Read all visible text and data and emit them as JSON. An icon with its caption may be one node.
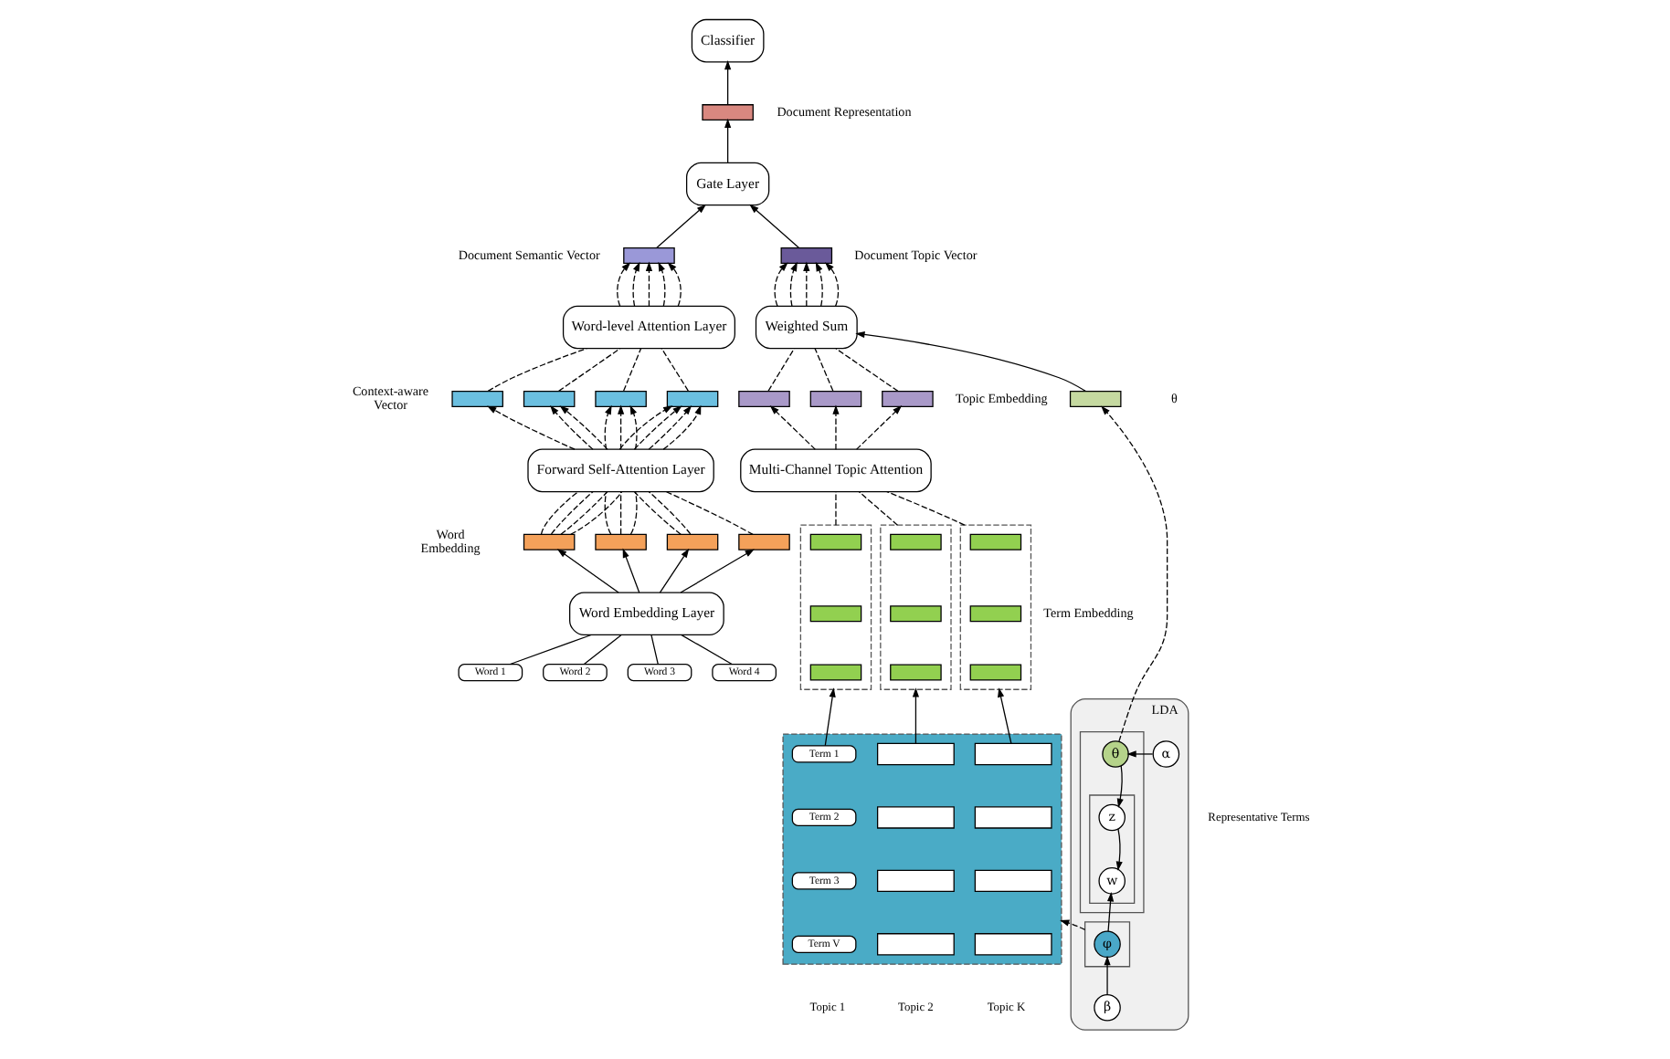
{
  "diagram": {
    "nodes": [
      {
        "text": [
          "Classifier"
        ]
      },
      {
        "text": [],
        "shape": "bar",
        "beside": [
          "Document Representation"
        ]
      },
      {
        "text": [],
        "shape": "bar",
        "beside": [
          "Document Semantic Vector"
        ]
      },
      {
        "text": [
          "Gate Layer"
        ]
      },
      {
        "text": [],
        "shape": "bar",
        "beside": [
          "Document Topic Vector"
        ]
      },
      {
        "text": [
          "Word-level Attention Layer"
        ]
      },
      {
        "text": [
          "Weighted Sum"
        ]
      },
      {
        "text": [],
        "shape": "bar",
        "beside": [
          "Context-aware Vector"
        ]
      },
      {
        "text": [],
        "shape": "bar"
      },
      {
        "text": [],
        "shape": "bar"
      },
      {
        "text": [],
        "shape": "bar"
      },
      {
        "text": [],
        "shape": "bar"
      },
      {
        "text": [],
        "shape": "bar"
      },
      {
        "text": [],
        "shape": "bar",
        "beside": [
          "Topic Embedding"
        ]
      },
      {
        "text": [],
        "shape": "bar",
        "beside": [
          "θ"
        ]
      },
      {
        "text": [
          "Forward Self-Attention Layer"
        ]
      },
      {
        "text": [
          "Multi-Channel Topic Attention"
        ]
      },
      {
        "text": [],
        "shape": "bar",
        "beside": [
          "Word Embedding"
        ]
      },
      {
        "text": [],
        "shape": "bar"
      },
      {
        "text": [],
        "shape": "bar"
      },
      {
        "text": [],
        "shape": "bar"
      },
      {
        "text": [],
        "shape": "box"
      },
      {
        "text": [],
        "shape": "bar",
        "in": 21
      },
      {
        "text": [],
        "shape": "bar",
        "in": 21
      },
      {
        "text": [],
        "shape": "bar",
        "in": 21
      },
      {
        "text": [],
        "shape": "box"
      },
      {
        "text": [],
        "shape": "bar",
        "in": 25
      },
      {
        "text": [],
        "shape": "bar",
        "in": 25
      },
      {
        "text": [],
        "shape": "bar",
        "in": 25
      },
      {
        "text": [],
        "shape": "box",
        "beside": [
          "Term Embedding"
        ]
      },
      {
        "text": [],
        "shape": "bar",
        "in": 29
      },
      {
        "text": [],
        "shape": "bar",
        "in": 29
      },
      {
        "text": [],
        "shape": "bar",
        "in": 29
      },
      {
        "text": [
          "Word Embedding Layer"
        ]
      },
      {
        "text": [
          "Word 1"
        ]
      },
      {
        "text": [
          "Word 2"
        ]
      },
      {
        "text": [
          "Word 3"
        ]
      },
      {
        "text": [
          "Word 4"
        ]
      },
      {
        "text": [],
        "shape": "box"
      },
      {
        "text": [
          "Term 1"
        ],
        "in": 38
      },
      {
        "text": [
          "Term 2"
        ],
        "in": 38
      },
      {
        "text": [
          "Term 3"
        ],
        "in": 38
      },
      {
        "text": [
          "Term V"
        ],
        "in": 38
      },
      {
        "text": [],
        "shape": "box",
        "in": 38
      },
      {
        "text": [],
        "shape": "box",
        "in": 38
      },
      {
        "text": [],
        "shape": "box",
        "in": 38
      },
      {
        "text": [],
        "shape": "box",
        "in": 38
      },
      {
        "text": [],
        "shape": "box",
        "in": 38
      },
      {
        "text": [],
        "shape": "box",
        "in": 38
      },
      {
        "text": [],
        "shape": "box",
        "in": 38
      },
      {
        "text": [],
        "shape": "box",
        "in": 38
      },
      {
        "text": [
          "LDA"
        ]
      },
      {
        "text": [],
        "shape": "box",
        "in": 51
      },
      {
        "text": [
          "θ"
        ],
        "in": 52
      },
      {
        "text": [],
        "shape": "box",
        "in": 52
      },
      {
        "text": [
          "z"
        ],
        "in": 54
      },
      {
        "text": [
          "w"
        ],
        "in": 54
      },
      {
        "text": [
          "α"
        ],
        "in": 51
      },
      {
        "text": [],
        "shape": "box",
        "in": 51
      },
      {
        "text": [
          "φ"
        ],
        "in": 58
      },
      {
        "text": [
          "β"
        ],
        "in": 51
      }
    ],
    "edges": [
      {
        "from": 1,
        "to": 0,
        "arrow": "to"
      },
      {
        "from": 3,
        "to": 1,
        "arrow": "to"
      },
      {
        "from": 2,
        "to": 3,
        "arrow": "to"
      },
      {
        "from": 4,
        "to": 3,
        "arrow": "to"
      },
      {
        "from": 5,
        "to": 2,
        "arrow": "to",
        "style": "dashed"
      },
      {
        "from": 5,
        "to": 2,
        "arrow": "to",
        "style": "dashed"
      },
      {
        "from": 5,
        "to": 2,
        "arrow": "to",
        "style": "dashed"
      },
      {
        "from": 5,
        "to": 2,
        "arrow": "to",
        "style": "dashed"
      },
      {
        "from": 5,
        "to": 2,
        "arrow": "to",
        "style": "dashed"
      },
      {
        "from": 6,
        "to": 4,
        "arrow": "to",
        "style": "dashed"
      },
      {
        "from": 6,
        "to": 4,
        "arrow": "to",
        "style": "dashed"
      },
      {
        "from": 6,
        "to": 4,
        "arrow": "to",
        "style": "dashed"
      },
      {
        "from": 6,
        "to": 4,
        "arrow": "to",
        "style": "dashed"
      },
      {
        "from": 6,
        "to": 4,
        "arrow": "to",
        "style": "dashed"
      },
      {
        "from": 7,
        "to": 5,
        "arrow": "none",
        "style": "dashed"
      },
      {
        "from": 8,
        "to": 5,
        "arrow": "none",
        "style": "dashed"
      },
      {
        "from": 9,
        "to": 5,
        "arrow": "none",
        "style": "dashed"
      },
      {
        "from": 10,
        "to": 5,
        "arrow": "none",
        "style": "dashed"
      },
      {
        "from": 11,
        "to": 6,
        "arrow": "none",
        "style": "dashed"
      },
      {
        "from": 12,
        "to": 6,
        "arrow": "none",
        "style": "dashed"
      },
      {
        "from": 13,
        "to": 6,
        "arrow": "none",
        "style": "dashed"
      },
      {
        "from": 14,
        "to": 6,
        "arrow": "to"
      },
      {
        "from": 15,
        "to": 7,
        "arrow": "to",
        "style": "dashed"
      },
      {
        "from": 15,
        "to": 8,
        "arrow": "to",
        "style": "dashed"
      },
      {
        "from": 15,
        "to": 8,
        "arrow": "to",
        "style": "dashed"
      },
      {
        "from": 15,
        "to": 9,
        "arrow": "to",
        "style": "dashed"
      },
      {
        "from": 15,
        "to": 9,
        "arrow": "to",
        "style": "dashed"
      },
      {
        "from": 15,
        "to": 9,
        "arrow": "to",
        "style": "dashed"
      },
      {
        "from": 15,
        "to": 10,
        "arrow": "to",
        "style": "dashed"
      },
      {
        "from": 15,
        "to": 10,
        "arrow": "to",
        "style": "dashed"
      },
      {
        "from": 15,
        "to": 10,
        "arrow": "to",
        "style": "dashed"
      },
      {
        "from": 15,
        "to": 10,
        "arrow": "to",
        "style": "dashed"
      },
      {
        "from": 17,
        "to": 15,
        "arrow": "none",
        "style": "dashed"
      },
      {
        "from": 17,
        "to": 15,
        "arrow": "none",
        "style": "dashed"
      },
      {
        "from": 17,
        "to": 15,
        "arrow": "none",
        "style": "dashed"
      },
      {
        "from": 17,
        "to": 15,
        "arrow": "none",
        "style": "dashed"
      },
      {
        "from": 18,
        "to": 15,
        "arrow": "none",
        "style": "dashed"
      },
      {
        "from": 18,
        "to": 15,
        "arrow": "none",
        "style": "dashed"
      },
      {
        "from": 18,
        "to": 15,
        "arrow": "none",
        "style": "dashed"
      },
      {
        "from": 19,
        "to": 15,
        "arrow": "none",
        "style": "dashed"
      },
      {
        "from": 19,
        "to": 15,
        "arrow": "none",
        "style": "dashed"
      },
      {
        "from": 20,
        "to": 15,
        "arrow": "none",
        "style": "dashed"
      },
      {
        "from": 16,
        "to": 11,
        "arrow": "to",
        "style": "dashed"
      },
      {
        "from": 16,
        "to": 12,
        "arrow": "to",
        "style": "dashed"
      },
      {
        "from": 16,
        "to": 13,
        "arrow": "to",
        "style": "dashed"
      },
      {
        "from": 21,
        "to": 16,
        "arrow": "none",
        "style": "dashed"
      },
      {
        "from": 25,
        "to": 16,
        "arrow": "none",
        "style": "dashed"
      },
      {
        "from": 29,
        "to": 16,
        "arrow": "none",
        "style": "dashed"
      },
      {
        "from": 33,
        "to": 17,
        "arrow": "to"
      },
      {
        "from": 33,
        "to": 18,
        "arrow": "to"
      },
      {
        "from": 33,
        "to": 19,
        "arrow": "to"
      },
      {
        "from": 33,
        "to": 20,
        "arrow": "to"
      },
      {
        "from": 34,
        "to": 33,
        "arrow": "none"
      },
      {
        "from": 35,
        "to": 33,
        "arrow": "none"
      },
      {
        "from": 36,
        "to": 33,
        "arrow": "none"
      },
      {
        "from": 37,
        "to": 33,
        "arrow": "none"
      },
      {
        "from": 39,
        "to": 21,
        "arrow": "to"
      },
      {
        "from": 43,
        "to": 25,
        "arrow": "to"
      },
      {
        "from": 47,
        "to": 29,
        "arrow": "to"
      },
      {
        "from": 53,
        "to": 14,
        "arrow": "to",
        "style": "dashed"
      },
      {
        "from": 57,
        "to": 53,
        "arrow": "to"
      },
      {
        "from": 53,
        "to": 55,
        "arrow": "to"
      },
      {
        "from": 55,
        "to": 56,
        "arrow": "to"
      },
      {
        "from": 59,
        "to": 56,
        "arrow": "to"
      },
      {
        "from": 60,
        "to": 59,
        "arrow": "to"
      },
      {
        "from": 58,
        "to": 38,
        "arrow": "to",
        "style": "dashed"
      }
    ],
    "labels": [
      "Representative Terms",
      "Topic 1",
      "Topic 2",
      "Topic K"
    ]
  }
}
